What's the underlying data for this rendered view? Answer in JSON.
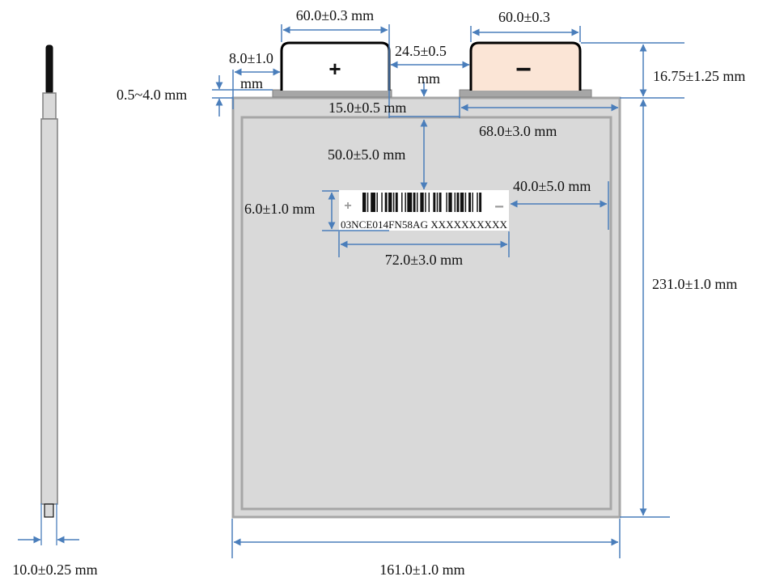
{
  "dimensions": {
    "thickness": "10.0±0.25 mm",
    "cell_width": "161.0±1.0 mm",
    "cell_height": "231.0±1.0 mm",
    "tab_height": "16.75±1.25 mm",
    "pos_tab_width": "60.0±0.3 mm",
    "neg_tab_width": "60.0±0.3",
    "tab_edge_offset_line1": "8.0±1.0",
    "tab_edge_offset_line2": "mm",
    "tab_gap_line1": "24.5±0.5",
    "tab_gap_line2": "mm",
    "sealant_height": "0.5~4.0 mm",
    "center_offset": "15.0±0.5 mm",
    "neg_tab_position": "68.0±3.0 mm",
    "label_top_offset": "50.0±5.0 mm",
    "label_right_offset": "40.0±5.0 mm",
    "label_height": "6.0±1.0 mm",
    "label_width": "72.0±3.0 mm"
  },
  "terminals": {
    "positive_symbol": "+",
    "negative_symbol": "−"
  },
  "label": {
    "code": "03NCE014FN58AG XXXXXXXXXX",
    "left_mark": "+",
    "right_mark": "−",
    "barcode_pattern": [
      3,
      1,
      1,
      2,
      4,
      1,
      1,
      3,
      1,
      2,
      2,
      1,
      3,
      1,
      1,
      1,
      2,
      3,
      1,
      2,
      1,
      1,
      4,
      1,
      2,
      1,
      1,
      2,
      3,
      1,
      1,
      2,
      1,
      3,
      2,
      1,
      1,
      1,
      2,
      4,
      1,
      1,
      3,
      2,
      1,
      1,
      2,
      1,
      3,
      1,
      1,
      2,
      2,
      1,
      1,
      3,
      1,
      1,
      2,
      2
    ]
  },
  "colors": {
    "dimension_line": "#4a7ebb",
    "cell_fill": "#d9d9d9",
    "cell_border": "#a6a6a6",
    "negative_tab_fill": "#fbe5d6",
    "tab_outline": "#000000"
  }
}
